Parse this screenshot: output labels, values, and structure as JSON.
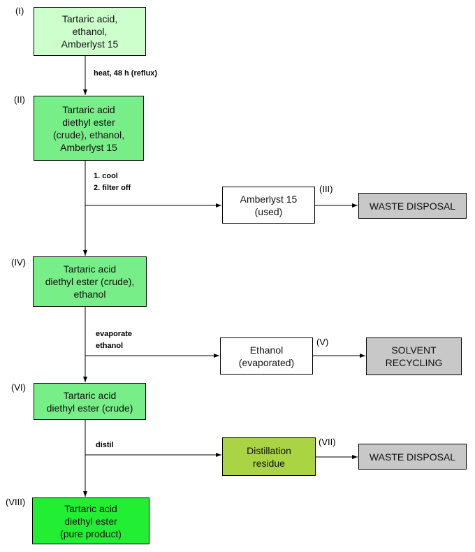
{
  "nodes": {
    "n1": {
      "label": "Tartaric acid,\nethanol,\nAmberlyst 15",
      "number": "(I)",
      "color": "#ccffcc"
    },
    "n2": {
      "label": "Tartaric acid\ndiethyl ester\n(crude), ethanol,\nAmberlyst 15",
      "number": "(II)",
      "color": "#77ee88"
    },
    "n3": {
      "label": "Amberlyst 15\n(used)",
      "number": "(III)",
      "color": "#ffffff"
    },
    "n3_dest": {
      "label": "WASTE DISPOSAL",
      "color": "#c8c8c8"
    },
    "n4": {
      "label": "Tartaric acid\ndiethyl ester (crude),\nethanol",
      "number": "(IV)",
      "color": "#77ee88"
    },
    "n5": {
      "label": "Ethanol\n(evaporated)",
      "number": "(V)",
      "color": "#ffffff"
    },
    "n5_dest": {
      "label": "SOLVENT\nRECYCLING",
      "color": "#c8c8c8"
    },
    "n6": {
      "label": "Tartaric acid\ndiethyl ester (crude)",
      "number": "(VI)",
      "color": "#77ee88"
    },
    "n7": {
      "label": "Distillation\nresidue",
      "number": "(VII)",
      "color": "#aad444"
    },
    "n7_dest": {
      "label": "WASTE DISPOSAL",
      "color": "#c8c8c8"
    },
    "n8": {
      "label": "Tartaric acid\ndiethyl ester\n(pure product)",
      "number": "(VIII)",
      "color": "#22ee33"
    }
  },
  "steps": {
    "s1": "heat, 48 h (reflux)",
    "s2": "1. cool\n2. filter off",
    "s3": "evaporate\nethanol",
    "s4": "distil"
  }
}
